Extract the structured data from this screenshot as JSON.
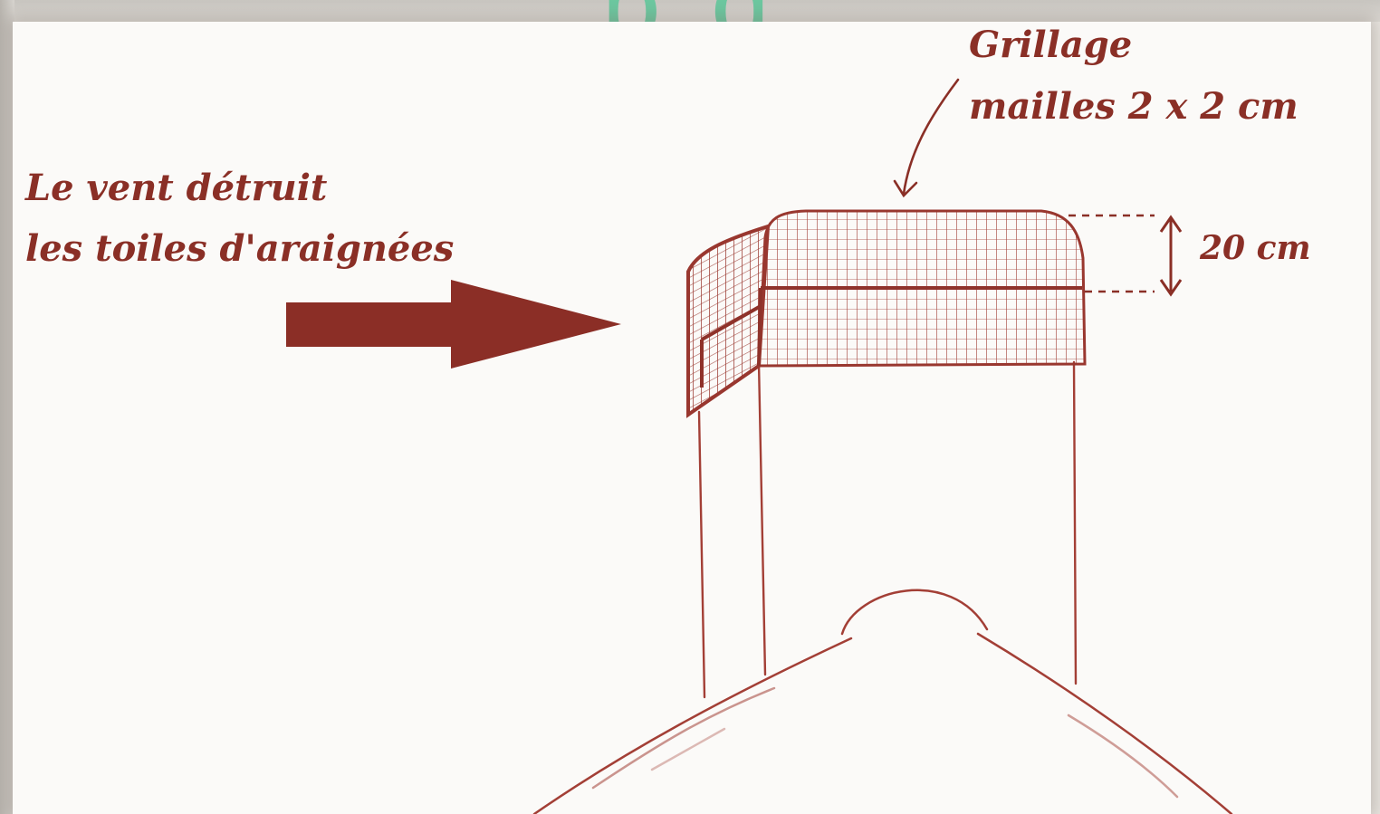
{
  "header": {
    "title_fragment": "pg"
  },
  "annotations": {
    "mesh_title": "Grillage",
    "mesh_size": "mailles  2 x 2 cm",
    "height_dimension": "20 cm",
    "wind_line_1": "Le vent détruit",
    "wind_line_2": "les toiles d'araignées"
  },
  "colors": {
    "ink": "#8a2f26",
    "wind_arrow": "#8b2e26",
    "title_accent": "#6cc8a0",
    "paper": "#fbfaf8"
  }
}
